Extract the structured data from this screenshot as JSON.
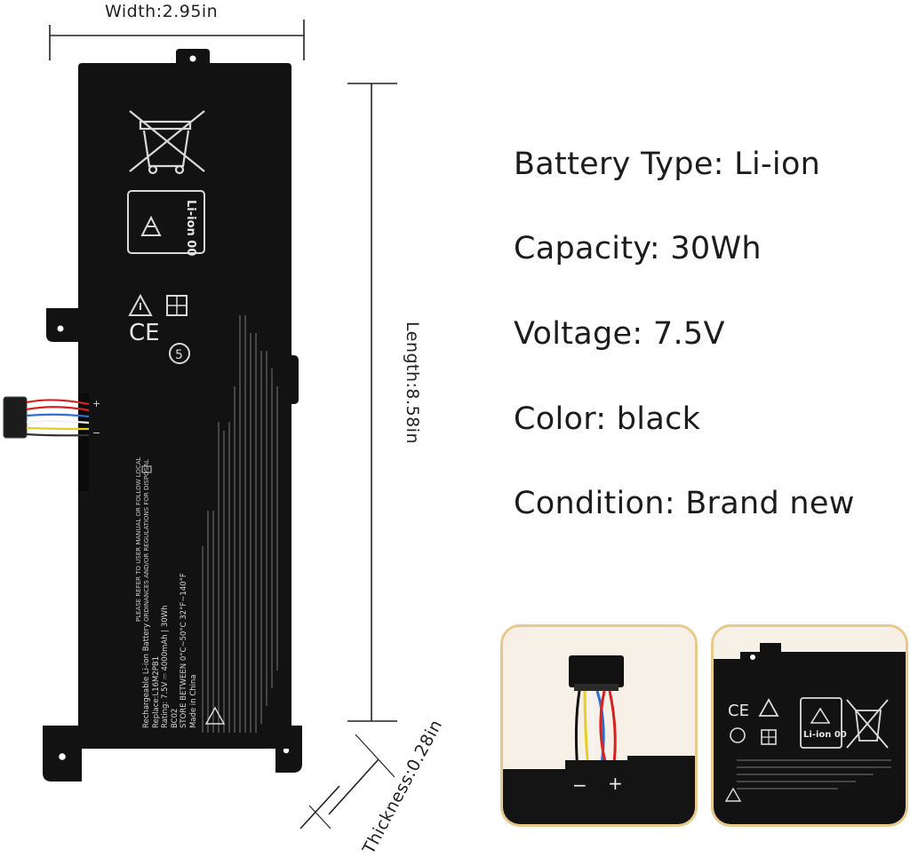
{
  "dimensions": {
    "width": "Width:2.95in",
    "length": "Length:8.58in",
    "thickness": "Thickness:0.28in"
  },
  "specs": [
    "Battery Type: Li-ion",
    "Capacity: 30Wh",
    "Voltage: 7.5V",
    "Color: black",
    "Condition: Brand new"
  ],
  "battery_label": {
    "recycle_code": "Li-ion 00",
    "ce": "CE",
    "plus": "+",
    "minus": "−",
    "model_lines": [
      "Rechargeable Li-ion Battery",
      "Replace:L16M2PB1",
      "Rating: 7.5V ⎓ 4000mAh | 30Wh",
      "BC02",
      "STORE BETWEEN 0°C~50°C 32°F~140°F",
      "Made in China"
    ],
    "warning_lines": [
      "PLEASE REFER TO USER MANUAL OR FOLLOW LOCAL",
      "ORDINANCES AND/OR REGULATIONS FOR DISPOSAL"
    ]
  },
  "detail_left": {
    "minus": "−",
    "plus": "+"
  },
  "detail_right": {
    "ce": "CE",
    "recycle_code": "Li-ion 00"
  },
  "colors": {
    "battery": "#121212",
    "panel_border": "#e8c98a",
    "wire_red": "#d82020",
    "wire_blue": "#2c6fd1",
    "wire_yellow": "#e4cf2a",
    "wire_white": "#f2f2f2",
    "wire_black": "#111111"
  }
}
